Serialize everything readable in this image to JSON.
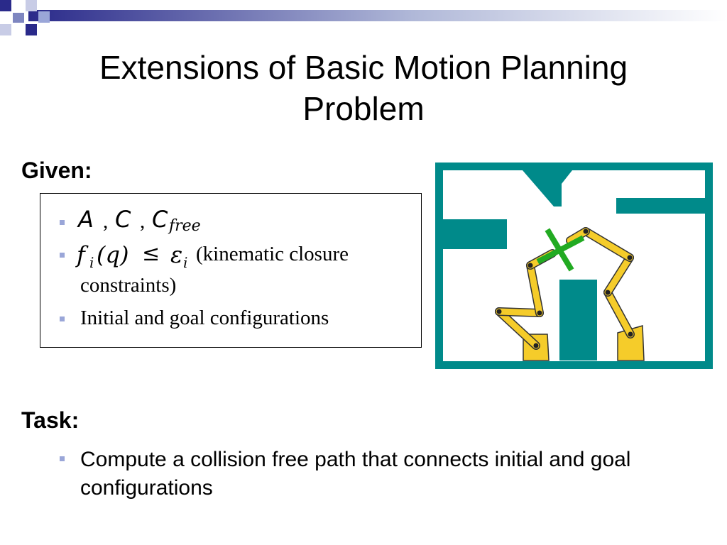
{
  "slide": {
    "title": "Extensions of Basic Motion Planning Problem",
    "given": {
      "heading": "Given:",
      "items": [
        {
          "math_parts": [
            "A",
            ",",
            "C",
            ",",
            "C",
            "free"
          ]
        },
        {
          "math_parts": [
            "f",
            "i",
            "(q)",
            "≤",
            "ε",
            "i"
          ],
          "text": "(kinematic closure",
          "text_cont": "constraints)"
        },
        {
          "text": "Initial and goal configurations"
        }
      ]
    },
    "task": {
      "heading": "Task:",
      "items": [
        {
          "text": "Compute a collision free path that connects initial and goal configurations"
        }
      ]
    }
  },
  "colors": {
    "teal": "#008a8a",
    "arm_yellow": "#f5cc2a",
    "green_tool": "#22aa22",
    "bullet": "#9aa6d8",
    "corner_navy": "#2a2a8a"
  }
}
